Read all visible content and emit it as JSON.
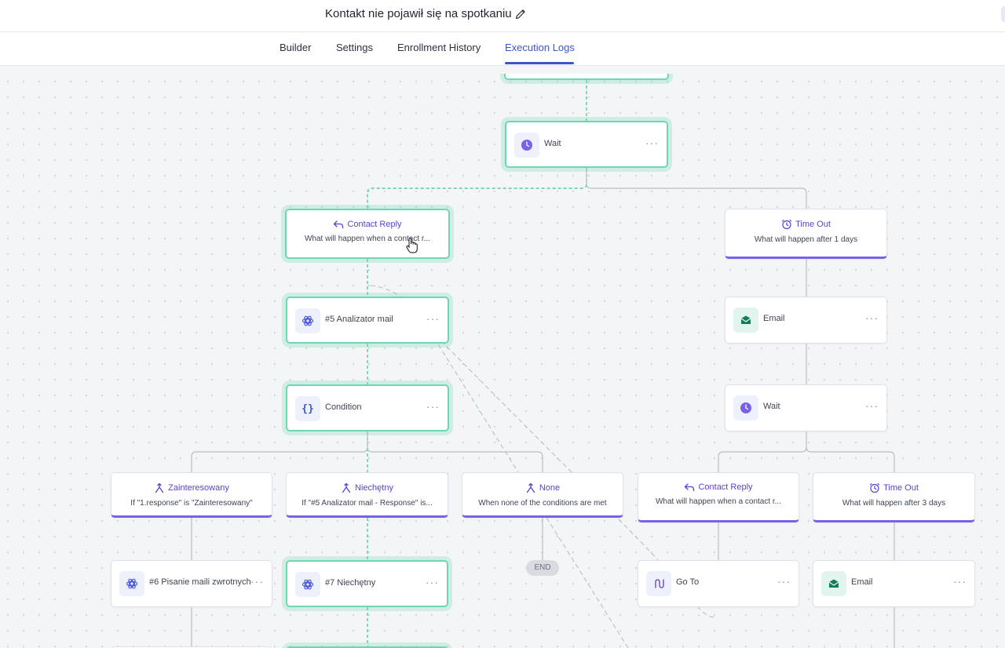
{
  "header": {
    "title": "Kontakt nie pojawił się na spotkaniu",
    "edit_icon": "pencil-icon"
  },
  "tabs": [
    {
      "label": "Builder",
      "active": false
    },
    {
      "label": "Settings",
      "active": false
    },
    {
      "label": "Enrollment History",
      "active": false
    },
    {
      "label": "Execution Logs",
      "active": true
    }
  ],
  "colors": {
    "accent": "#3a56c9",
    "branch_purple": "#7b61e8",
    "active_path": "#6fd6b0"
  },
  "nodes": {
    "wait_top": {
      "label": "Wait",
      "icon": "clock-icon"
    },
    "contact_reply_left": {
      "title": "Contact Reply",
      "desc": "What will happen when a contact r...",
      "icon": "reply-icon"
    },
    "time_out_right": {
      "title": "Time Out",
      "desc": "What will happen after 1 days",
      "icon": "alarm-clock-icon"
    },
    "analizator": {
      "label": "#5 Analizator mail",
      "icon": "openai-icon"
    },
    "email_right": {
      "label": "Email",
      "icon": "email-icon"
    },
    "condition": {
      "label": "Condition",
      "icon": "braces-icon"
    },
    "wait_right": {
      "label": "Wait",
      "icon": "clock-icon"
    },
    "branch_zainteresowany": {
      "title": "Zainteresowany",
      "desc": "If \"1.response\" is \"Zainteresowany\"",
      "icon": "branch-icon"
    },
    "branch_niechetny": {
      "title": "Niechętny",
      "desc": "If \"#5 Analizator mail - Response\" is...",
      "icon": "branch-icon"
    },
    "branch_none": {
      "title": "None",
      "desc": "When none of the conditions are met",
      "icon": "branch-icon"
    },
    "contact_reply_right": {
      "title": "Contact Reply",
      "desc": "What will happen when a contact r...",
      "icon": "reply-icon"
    },
    "time_out_3days": {
      "title": "Time Out",
      "desc": "What will happen after 3 days",
      "icon": "alarm-clock-icon"
    },
    "pisanie": {
      "label": "#6 Pisanie maili zwrotnych",
      "icon": "openai-icon"
    },
    "niechetny_action": {
      "label": "#7 Niechętny",
      "icon": "openai-icon"
    },
    "end": {
      "label": "END"
    },
    "goto": {
      "label": "Go To",
      "icon": "route-icon"
    },
    "email_bottom": {
      "label": "Email",
      "icon": "email-icon"
    }
  },
  "more_glyph": "···"
}
